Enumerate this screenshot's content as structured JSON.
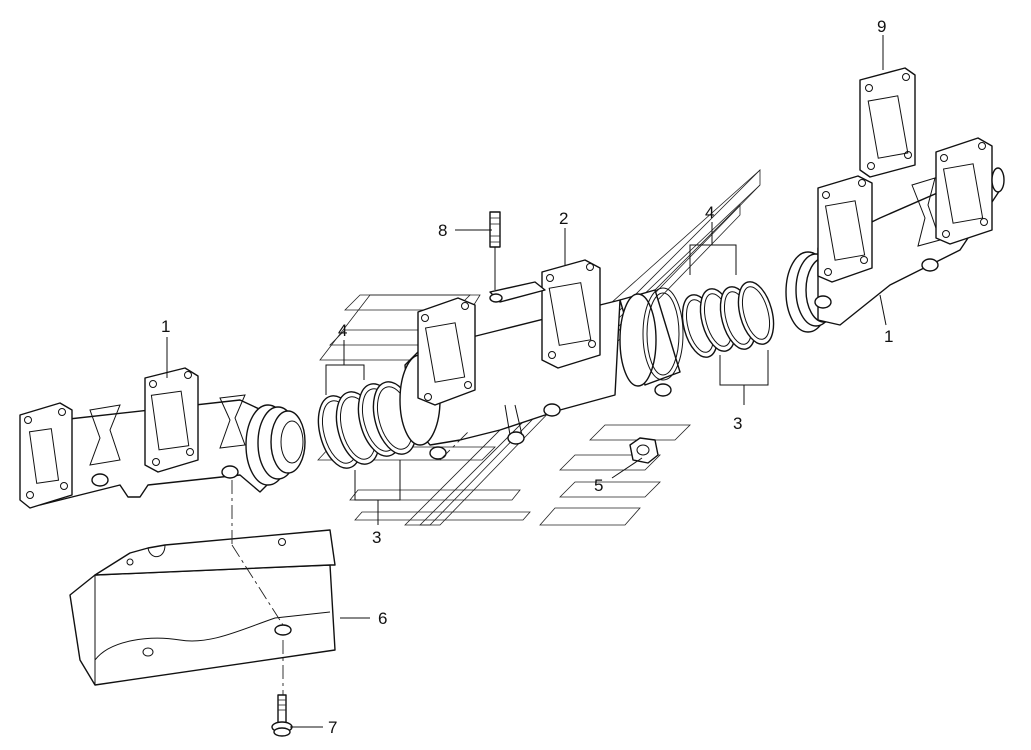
{
  "callouts": {
    "c1a": "1",
    "c1b": "1",
    "c2": "2",
    "c3a": "3",
    "c3b": "3",
    "c4a": "4",
    "c4b": "4",
    "c5": "5",
    "c6": "6",
    "c7": "7",
    "c8": "8",
    "c9": "9"
  }
}
